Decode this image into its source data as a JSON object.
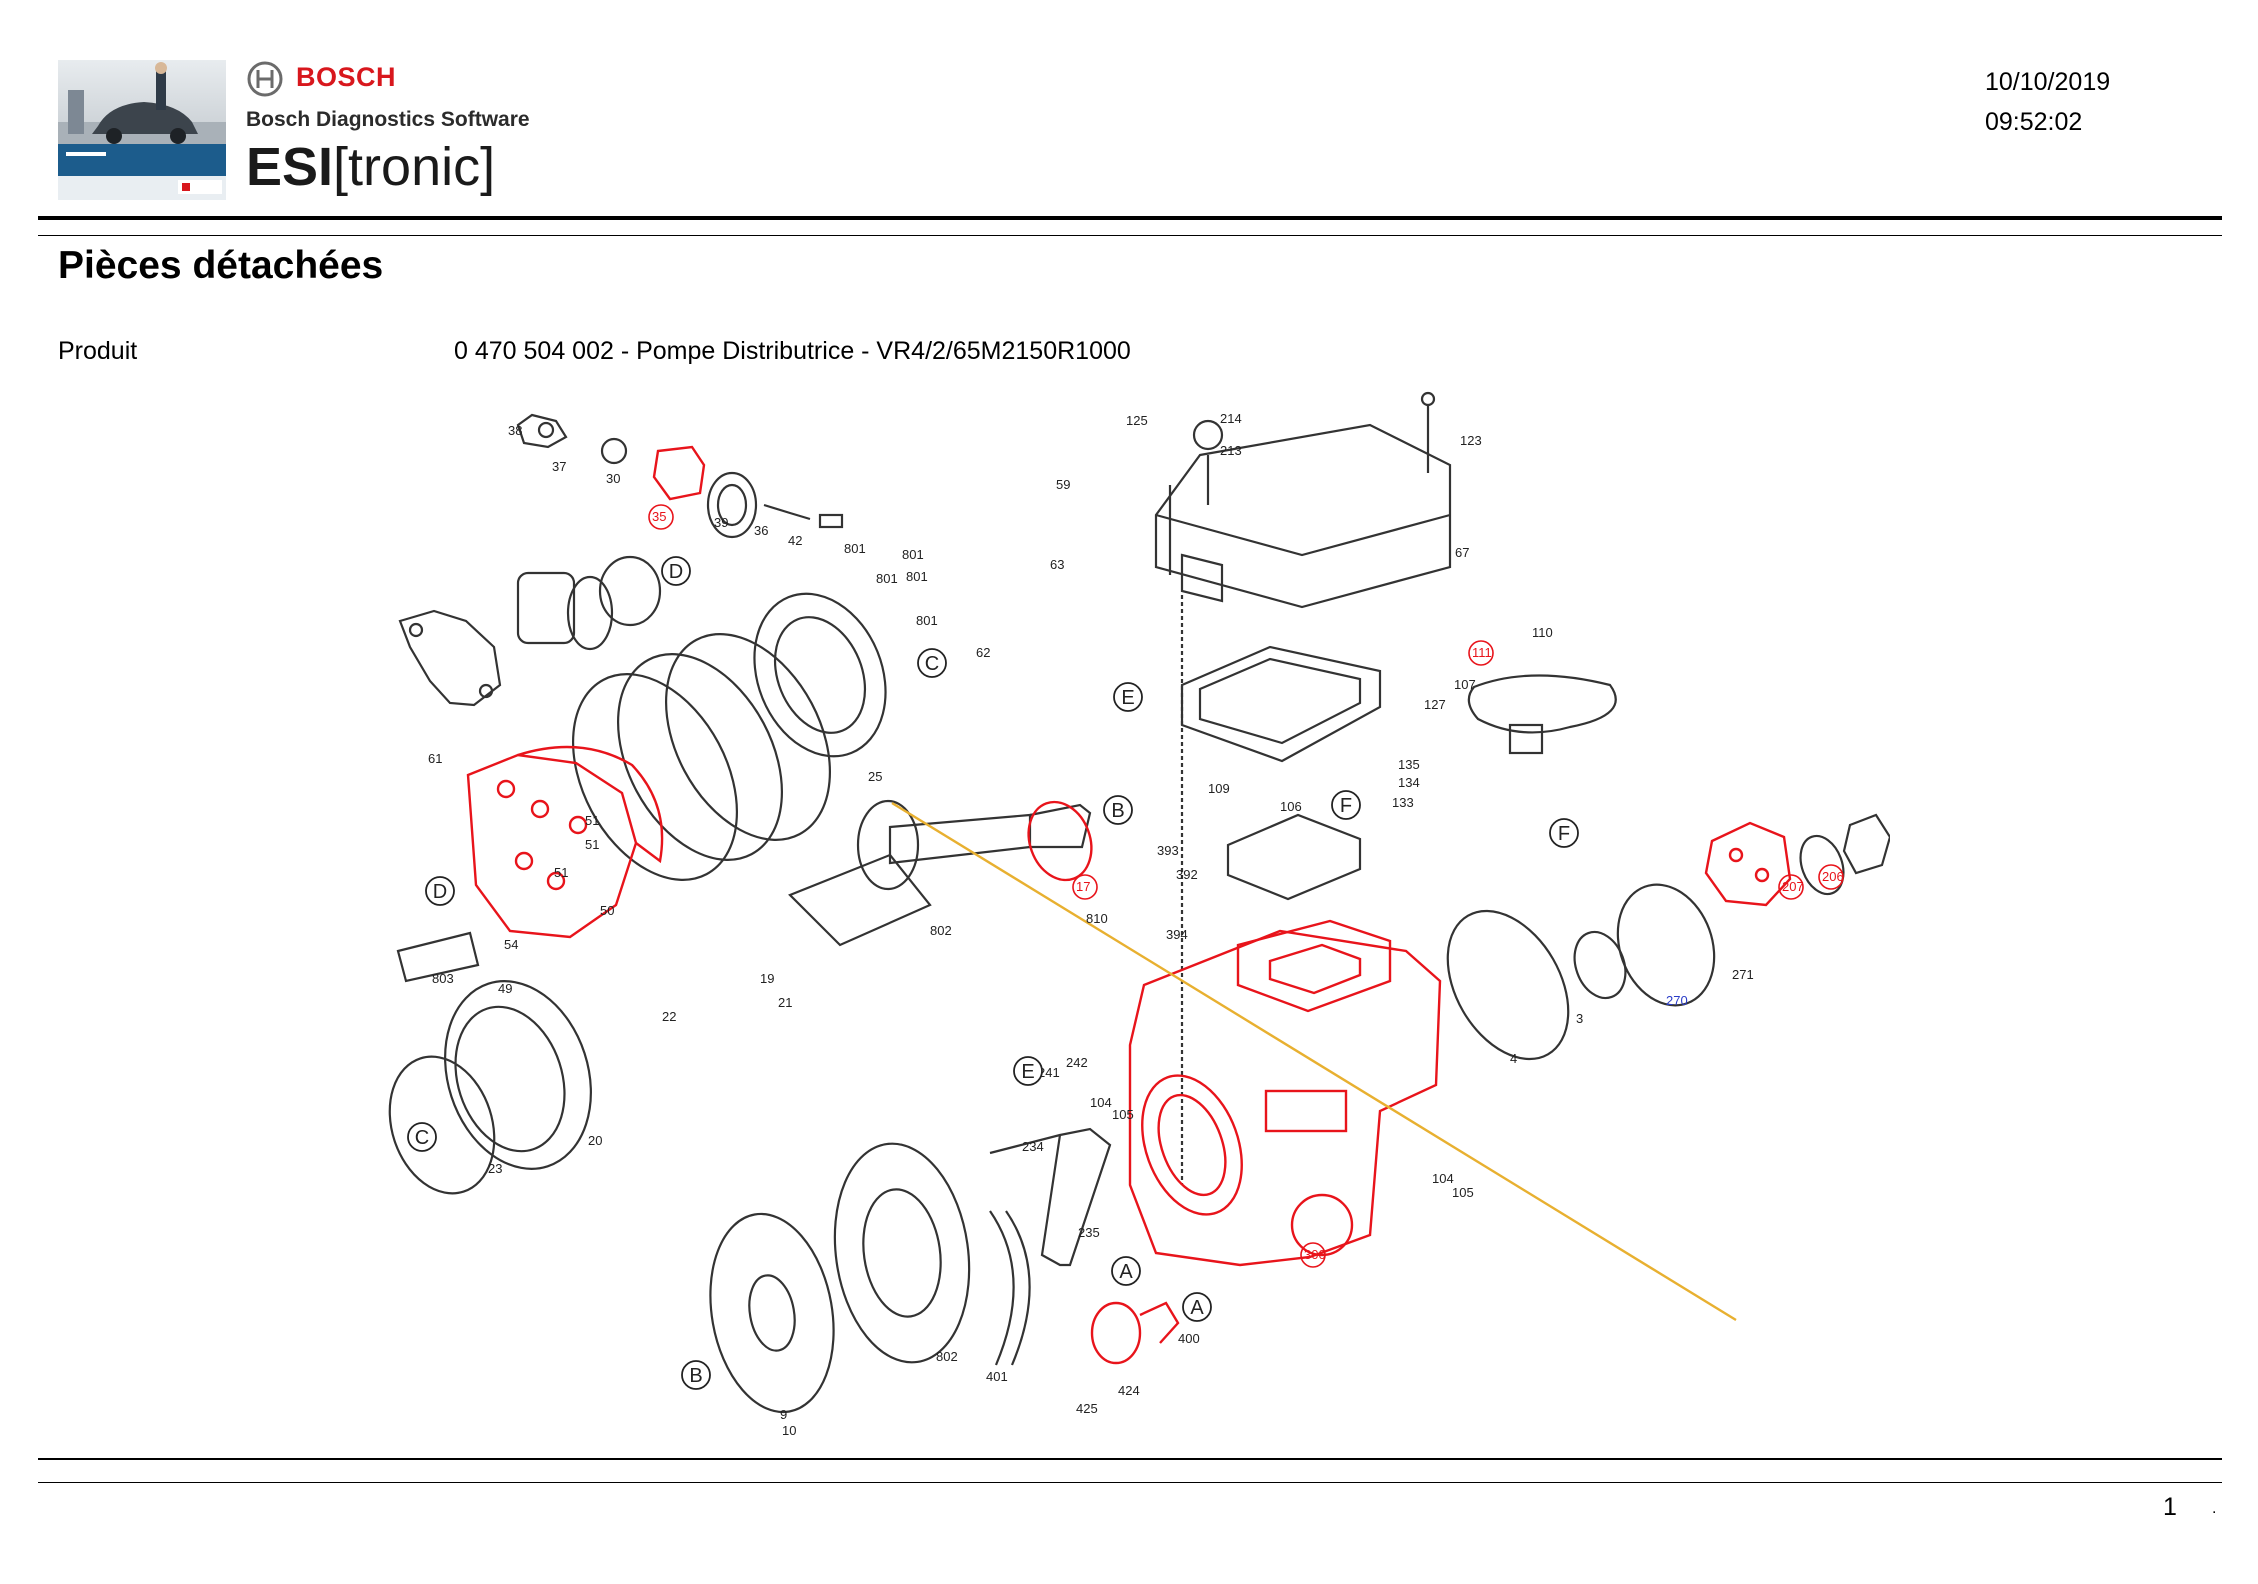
{
  "header": {
    "brand": "BOSCH",
    "software": "Bosch Diagnostics Software",
    "product_name_bold": "ESI",
    "product_name_rest": "[tronic]",
    "date": "10/10/2019",
    "time": "09:52:02"
  },
  "page": {
    "heading": "Pièces détachées",
    "product_label": "Produit",
    "product_value": "0 470 504 002 - Pompe Distributrice - VR4/2/65M2150R1000",
    "page_number": "1",
    "trailing_mark": "."
  },
  "diagram": {
    "part_labels": [
      "38",
      "37",
      "30",
      "35",
      "39",
      "36",
      "42",
      "801",
      "801",
      "801",
      "801",
      "801",
      "63",
      "59",
      "62",
      "61",
      "125",
      "214",
      "213",
      "123",
      "67",
      "127",
      "111",
      "110",
      "107",
      "135",
      "134",
      "133",
      "109",
      "106",
      "25",
      "17",
      "393",
      "392",
      "394",
      "810",
      "802",
      "803",
      "49",
      "54",
      "50",
      "51",
      "51",
      "51",
      "19",
      "21",
      "22",
      "20",
      "23",
      "241",
      "242",
      "104",
      "105",
      "104",
      "105",
      "234",
      "235",
      "802",
      "401",
      "400",
      "425",
      "424",
      "9",
      "10",
      "300",
      "4",
      "3",
      "270",
      "271",
      "207",
      "206"
    ],
    "callout_letters": [
      "D",
      "D",
      "C",
      "C",
      "E",
      "E",
      "B",
      "B",
      "F",
      "F",
      "A",
      "A"
    ],
    "highlight_color": "#e8141b",
    "line_color": "#333333",
    "annotation_color": "#e8b030"
  }
}
